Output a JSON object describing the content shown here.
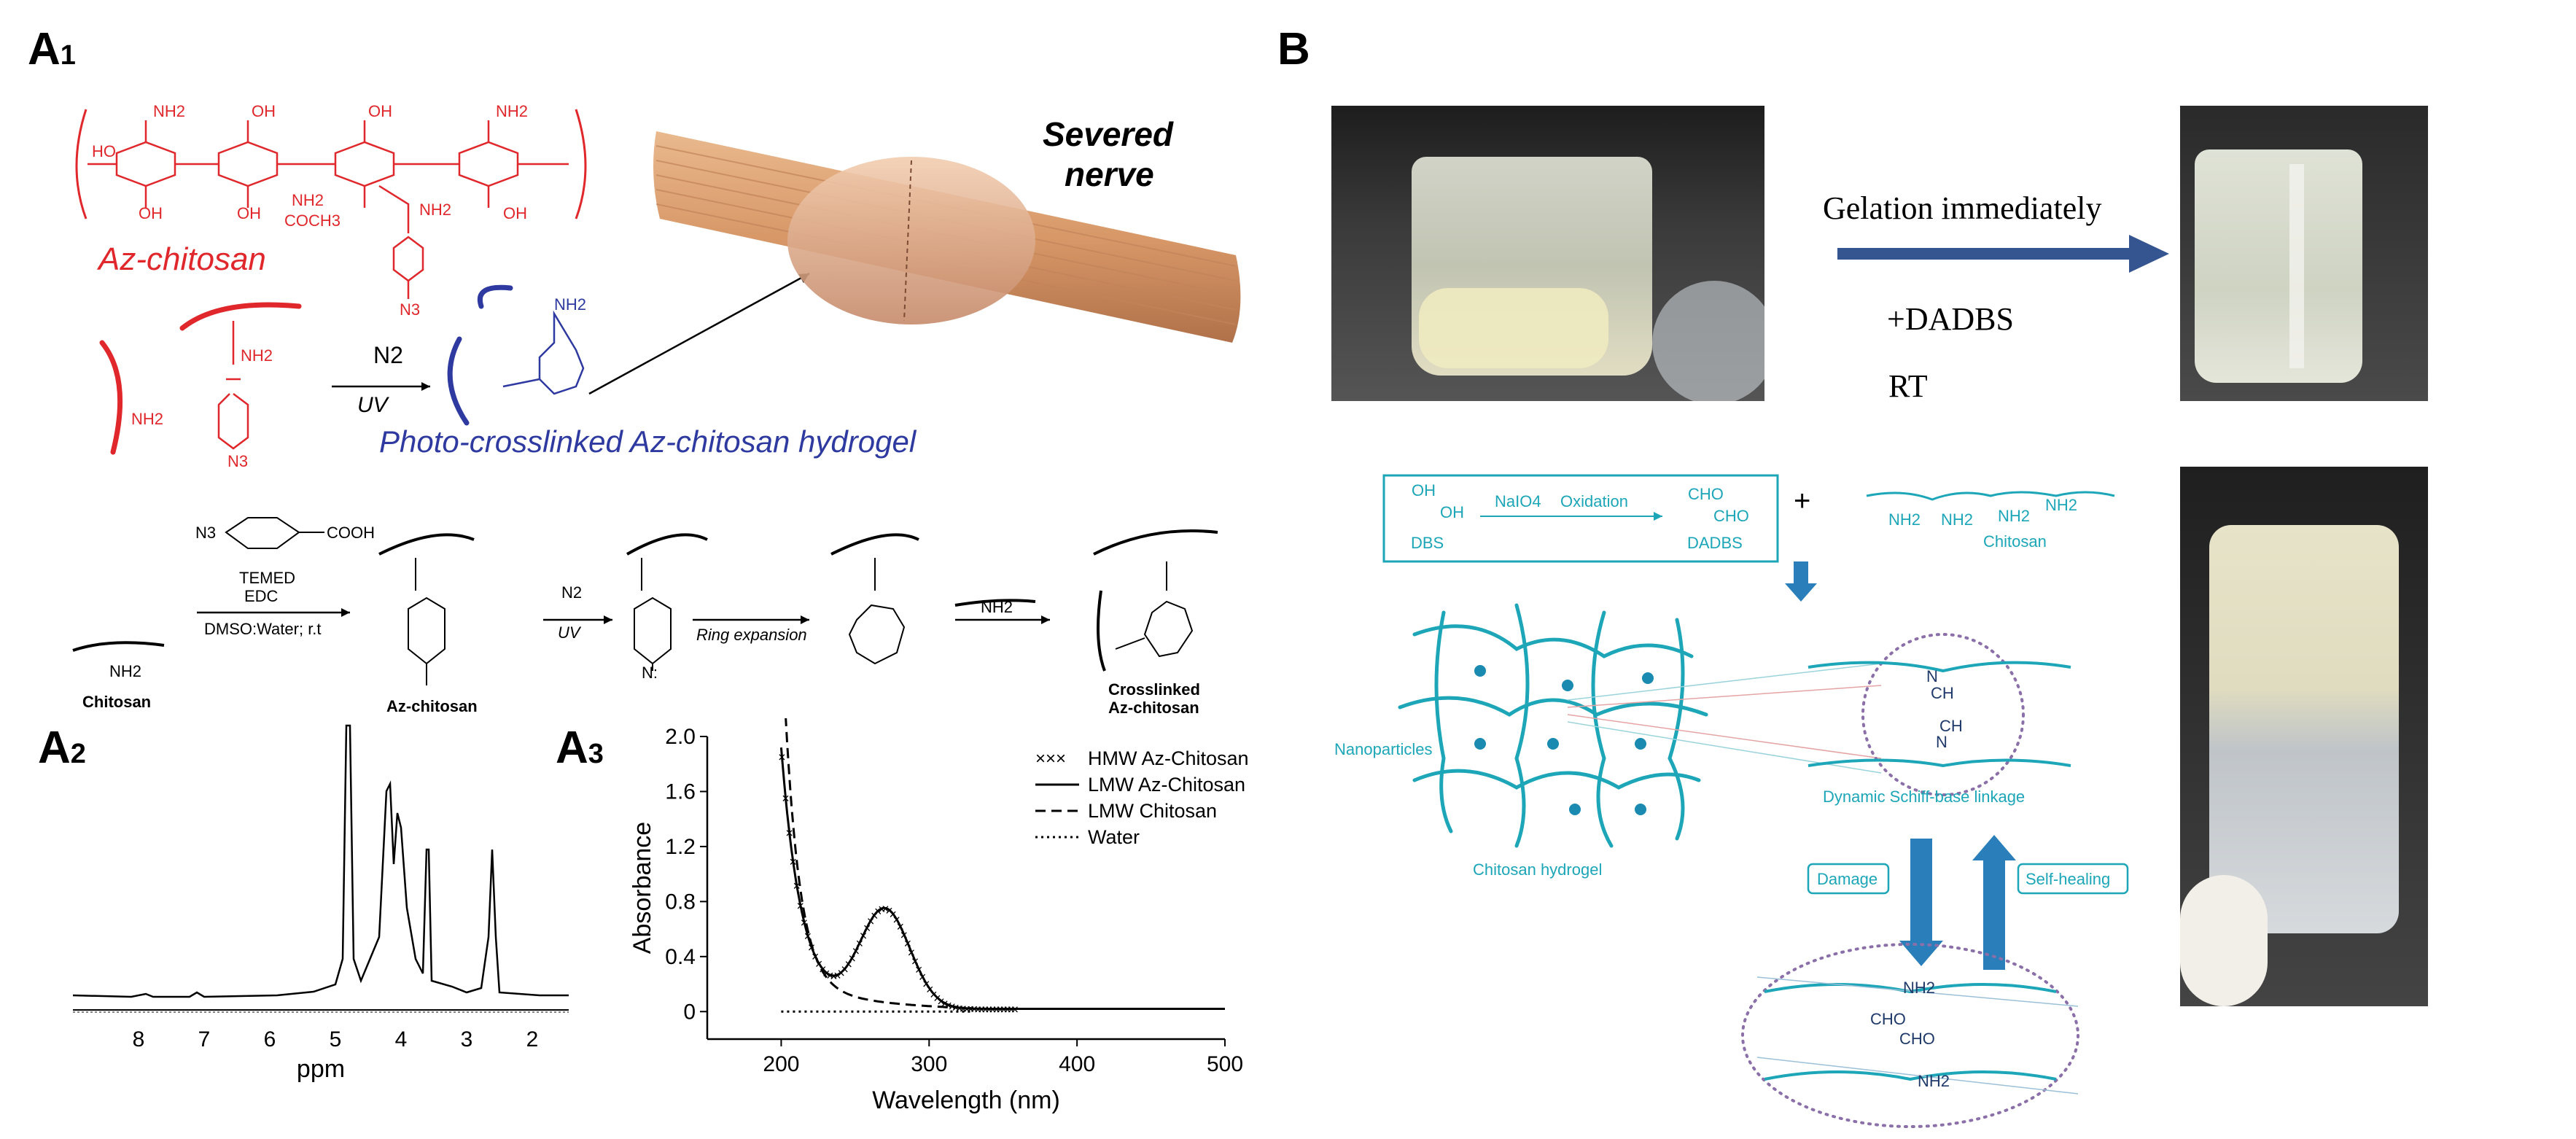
{
  "panels": {
    "a1": "A1",
    "a2": "A2",
    "a3": "A3",
    "b": "B"
  },
  "a1": {
    "main_a": "A",
    "main_sub": "1",
    "nh2": "NH2",
    "cooh_label": "COCH3",
    "n3": "N3",
    "oh": "OH",
    "ho": "HO",
    "az_chitosan": "Az-chitosan",
    "severed_line1": "Severed",
    "severed_line2": "nerve",
    "n2": "N2",
    "uv": "UV",
    "photo_crosslinked": "Photo-crosslinked  Az-chitosan hydrogel",
    "scheme": {
      "reagent_top": "N3",
      "reagent_acid": "COOH",
      "reagents": [
        "TEMED",
        "EDC"
      ],
      "conditions": "DMSO:Water; r.t",
      "chitosan": "Chitosan",
      "az_chitosan": "Az-chitosan",
      "n2": "N2",
      "uv": "UV",
      "nitrene": "N:",
      "ring_expansion": "Ring expansion",
      "nh2": "NH2",
      "crosslinked_1": "Crosslinked",
      "crosslinked_2": "Az-chitosan"
    }
  },
  "a2": {
    "main_a": "A",
    "main_sub": "2",
    "xlabel": "ppm",
    "ticks": [
      "8",
      "7",
      "6",
      "5",
      "4",
      "3",
      "2"
    ]
  },
  "a3": {
    "main_a": "A",
    "main_sub": "3",
    "xlabel": "Wavelength (nm)",
    "ylabel": "Absorbance",
    "xticks": [
      "200",
      "300",
      "400",
      "500"
    ],
    "yticks": [
      "0",
      "0.4",
      "0.8",
      "1.2",
      "1.6",
      "2.0"
    ],
    "legend": [
      "HMW Az-Chitosan",
      "LMW Az-Chitosan",
      "LMW Chitosan",
      "Water"
    ],
    "legend_marker": "×××"
  },
  "b": {
    "label": "B",
    "gelation": "Gelation immediately",
    "dadbs": "+DADBS",
    "rt": "RT",
    "dbs": "DBS",
    "naio4": "NaIO4",
    "oxidation": "Oxidation",
    "dadbs_label": "DADBS",
    "cho": "CHO",
    "oh": "OH",
    "plus": "+",
    "chitosan": "Chitosan",
    "nh2": "NH2",
    "nanoparticles": "Nanoparticles",
    "chitosan_hydrogel": "Chitosan hydrogel",
    "schiff": "Dynamic Schiff-base linkage",
    "damage": "Damage",
    "self_healing": "Self-healing",
    "n": "N",
    "ch": "CH"
  },
  "colors": {
    "red": "#e0272b",
    "blue": "#2e3aa0",
    "teal": "#1ca6b8",
    "arrow_blue": "#34558f",
    "dot_purple": "#8a6fa8"
  }
}
